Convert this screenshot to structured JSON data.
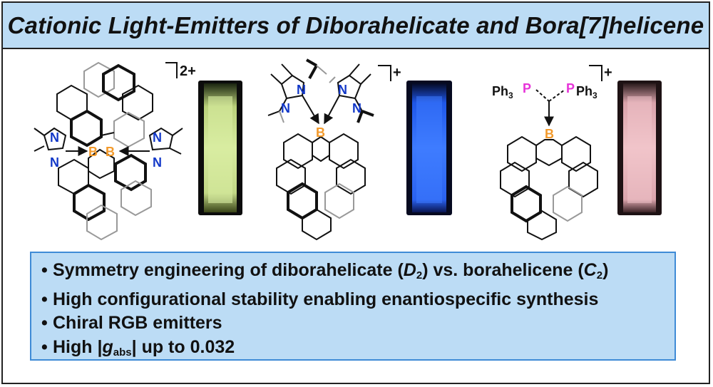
{
  "title": "Cationic Light-Emitters of Diborahelicate and Bora[7]helicene",
  "structures": {
    "left": {
      "charge": "2+",
      "boron": "B",
      "nitrogen": "N"
    },
    "middle": {
      "charge": "+",
      "boron": "B",
      "nitrogen": "N"
    },
    "right": {
      "charge": "+",
      "boron": "B",
      "phosphorus": "P",
      "ph3": "Ph",
      "three": "3"
    }
  },
  "vials": {
    "green": "#c9dd8c",
    "blue": "#2f6bff",
    "pink": "#e9b7bd"
  },
  "colors": {
    "boron": "#f39a2b",
    "nitrogen": "#1238c8",
    "phosphorus": "#e633d8",
    "accent_border": "#3f8bd6",
    "panel_fill": "#bcdcf5"
  },
  "bullets": {
    "b1": {
      "dot": "•",
      "a": "Symmetry engineering of diborahelicate (",
      "sym1": "D",
      "sub1": "2",
      "b": ") vs. borahelicene (",
      "sym2": "C",
      "sub2": "2",
      "c": ")"
    },
    "b2": {
      "dot": "•",
      "text": "High configurational stability enabling enantiospecific synthesis"
    },
    "b3": {
      "dot": "•",
      "text": "Chiral RGB emitters"
    },
    "b4": {
      "dot": "•",
      "a": "High |",
      "g": "g",
      "sub": "abs",
      "b": "| up to 0.032"
    }
  }
}
